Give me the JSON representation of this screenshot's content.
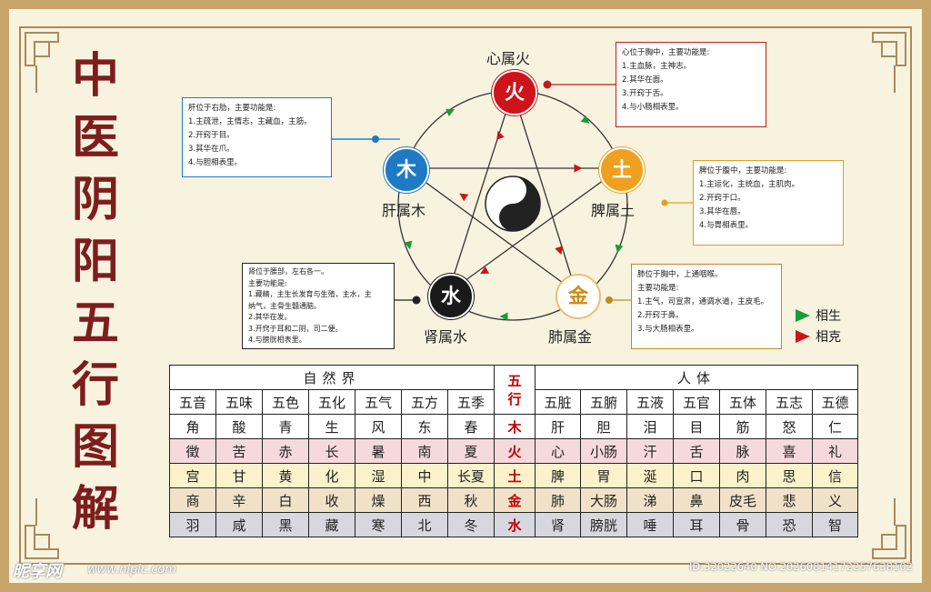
{
  "title_chars": [
    "中",
    "医",
    "阴",
    "阳",
    "五",
    "行",
    "图",
    "解"
  ],
  "nodes": {
    "fire": {
      "char": "火",
      "label": "心属火",
      "color": "#d0121b",
      "text_color": "#ffffff"
    },
    "wood": {
      "char": "木",
      "label": "肝属木",
      "color": "#1e7ac4",
      "text_color": "#ffffff"
    },
    "earth": {
      "char": "土",
      "label": "脾属土",
      "color": "#f0a020",
      "text_color": "#ffffff"
    },
    "metal": {
      "char": "金",
      "label": "肺属金",
      "color": "#ffffff",
      "text_color": "#d08a10"
    },
    "water": {
      "char": "水",
      "label": "肾属水",
      "color": "#1a1a1a",
      "text_color": "#ffffff"
    }
  },
  "info_boxes": {
    "heart": [
      "心位于胸中，主要功能是:",
      "1.主血脉，主神志。",
      "2.其华在面。",
      "3.开窍于舌。",
      "4.与小肠相表里。"
    ],
    "liver": [
      "肝位于右肋，主要功能是:",
      "1.主疏泄，主情志，主藏血，主筋。",
      "2.开窍于目。",
      "3.其华在爪。",
      "4.与胆相表里。"
    ],
    "spleen": [
      "脾位于腹中，主要功能是:",
      "1.主运化，主统血，主肌肉。",
      "2.开窍于口。",
      "3.其华在唇。",
      "4.与胃相表里。"
    ],
    "kidney": [
      "肾位于腰部，左右各一。",
      "主要功能是:",
      "1.藏精，主生长发育与生殖，主水，主",
      "纳气，主骨生髓通脑。",
      "2.其华在发。",
      "3.开窍于耳和二阴，司二便。",
      "4.与膀胱相表里。"
    ],
    "lung": [
      "肺位于胸中，上通咽喉。",
      "主要功能是:",
      "1.主气，司宣肃，通调水道，主皮毛。",
      "2.开窍于鼻。",
      "3.与大肠相表里。"
    ]
  },
  "legend": {
    "generate": {
      "label": "相生",
      "color": "#1a9a3a"
    },
    "restrain": {
      "label": "相克",
      "color": "#d0121b"
    }
  },
  "table": {
    "nature_header": "自然界",
    "wuxing_header": [
      "五",
      "行"
    ],
    "body_header": "人体",
    "nature_cols": [
      "五音",
      "五味",
      "五色",
      "五化",
      "五气",
      "五方",
      "五季"
    ],
    "body_cols": [
      "五脏",
      "五腑",
      "五液",
      "五官",
      "五体",
      "五志",
      "五德"
    ],
    "rows": [
      {
        "nature": [
          "角",
          "酸",
          "青",
          "生",
          "风",
          "东",
          "春"
        ],
        "wx": "木",
        "body": [
          "肝",
          "胆",
          "泪",
          "目",
          "筋",
          "怒",
          "仁"
        ]
      },
      {
        "nature": [
          "徵",
          "苦",
          "赤",
          "长",
          "暑",
          "南",
          "夏"
        ],
        "wx": "火",
        "body": [
          "心",
          "小肠",
          "汗",
          "舌",
          "脉",
          "喜",
          "礼"
        ]
      },
      {
        "nature": [
          "宫",
          "甘",
          "黄",
          "化",
          "湿",
          "中",
          "长夏"
        ],
        "wx": "土",
        "body": [
          "脾",
          "胃",
          "涎",
          "口",
          "肉",
          "思",
          "信"
        ]
      },
      {
        "nature": [
          "商",
          "辛",
          "白",
          "收",
          "燥",
          "西",
          "秋"
        ],
        "wx": "金",
        "body": [
          "肺",
          "大肠",
          "涕",
          "鼻",
          "皮毛",
          "悲",
          "义"
        ]
      },
      {
        "nature": [
          "羽",
          "咸",
          "黑",
          "藏",
          "寒",
          "北",
          "冬"
        ],
        "wx": "水",
        "body": [
          "肾",
          "膀胱",
          "唾",
          "耳",
          "骨",
          "恐",
          "智"
        ]
      }
    ]
  },
  "watermark": {
    "logo": "昵享网",
    "url": "www.nipic.com",
    "id": "ID:32022640 NO:20260814172257638102"
  }
}
